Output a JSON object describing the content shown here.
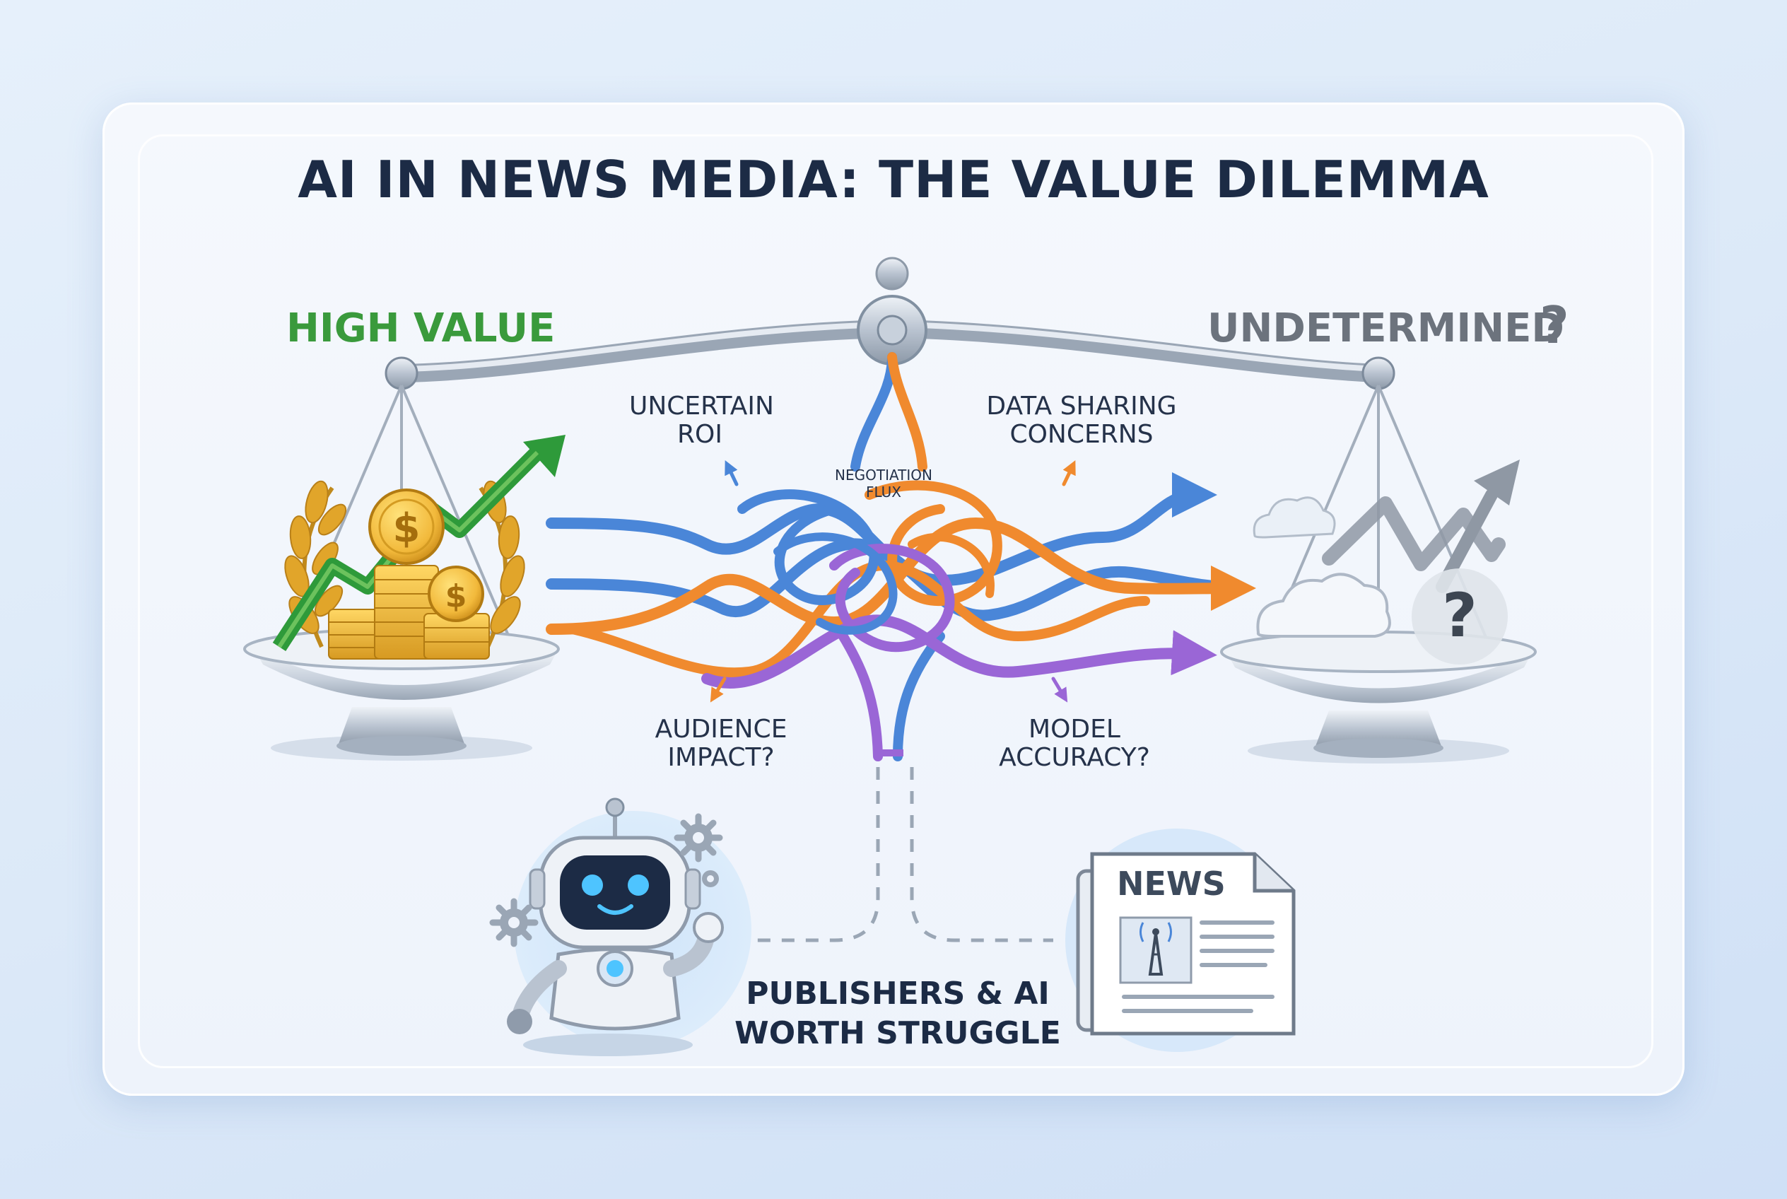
{
  "title": "AI IN NEWS MEDIA: THE VALUE DILEMMA",
  "scale": {
    "left_label": "HIGH VALUE",
    "right_label": "UNDETERMINED",
    "right_symbol": "?"
  },
  "labels": {
    "uncertain_roi": [
      "UNCERTAIN",
      "ROI"
    ],
    "data_sharing": [
      "DATA SHARING",
      "CONCERNS"
    ],
    "audience_impact": [
      "AUDIENCE",
      "IMPACT?"
    ],
    "model_accuracy": [
      "MODEL",
      "ACCURACY?"
    ],
    "negotiation": [
      "NEGOTIATION",
      "FLUX"
    ]
  },
  "newspaper": {
    "masthead": "NEWS"
  },
  "caption": [
    "PUBLISHERS & AI",
    "WORTH STRUGGLE"
  ],
  "icons": {
    "coin_symbol": "$",
    "question_mark": "?",
    "list": [
      "coins-icon",
      "growth-arrow-icon",
      "laurel-icon",
      "cloud-icon",
      "zigzag-arrow-icon",
      "question-bubble-icon",
      "robot-icon",
      "gear-icon",
      "newspaper-icon",
      "antenna-tower-icon"
    ]
  },
  "colors": {
    "title": "#1c2b45",
    "high_value": "#3a9a3c",
    "undetermined": "#6c737d",
    "strand_blue": "#4a86d8",
    "strand_orange": "#f08a2e",
    "strand_purple": "#9a66d6",
    "coin_gold": "#f2b93b"
  }
}
